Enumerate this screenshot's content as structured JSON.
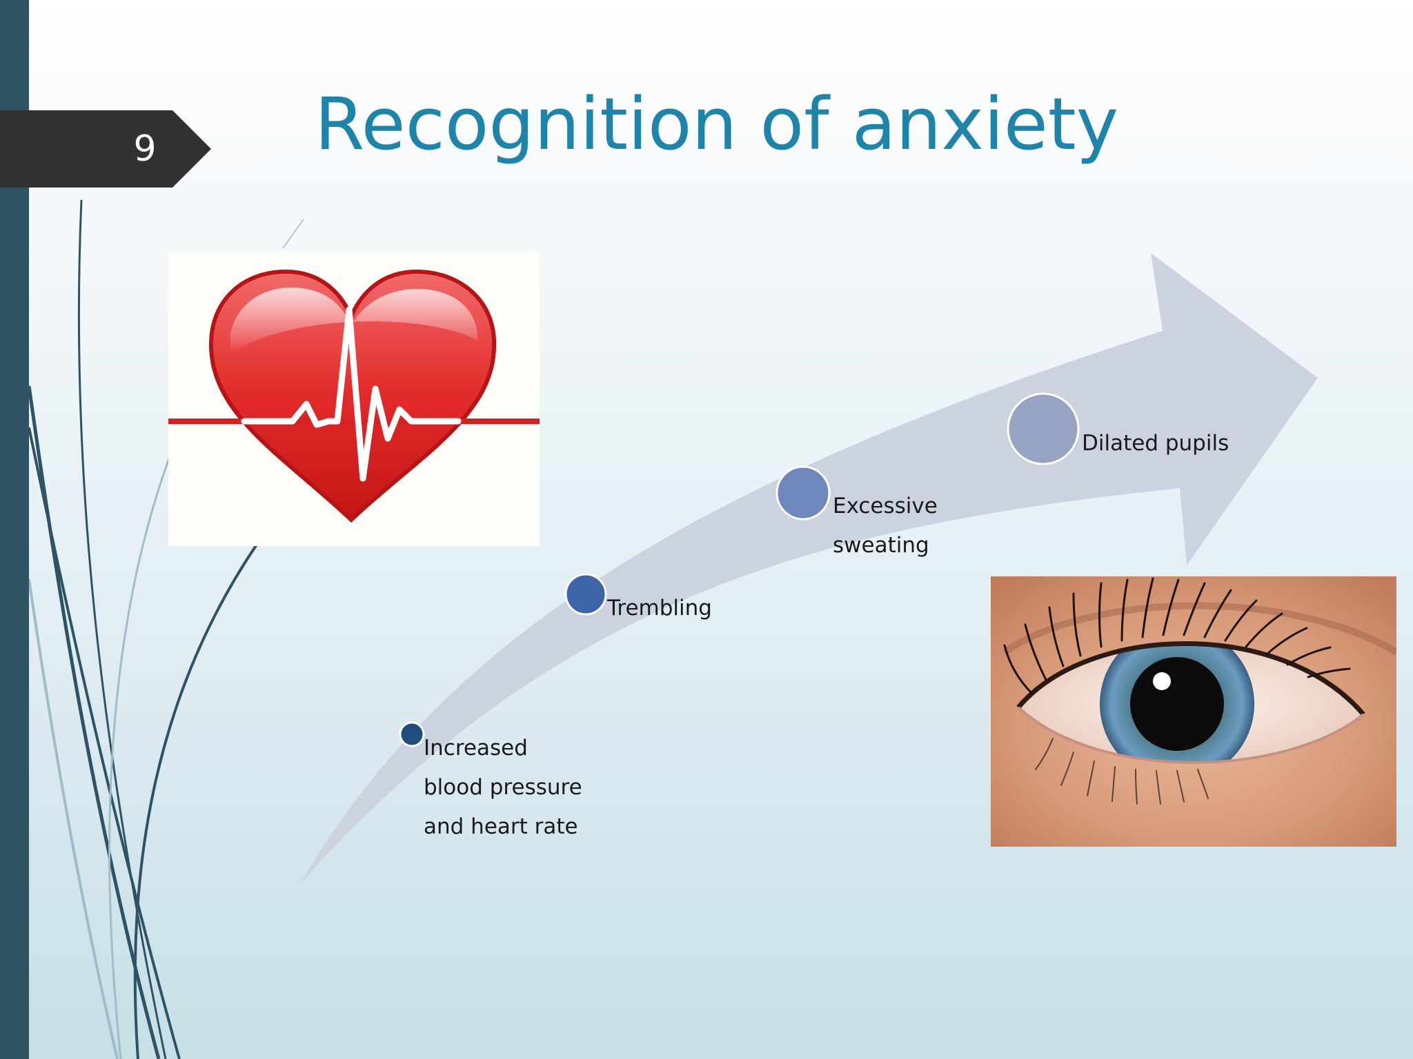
{
  "slide": {
    "number": "9",
    "title": "Recognition of anxiety"
  },
  "steps": [
    {
      "label": "Increased\nblood pressure\nand heart rate",
      "color": "#1f4e7e"
    },
    {
      "label": "Trembling",
      "color": "#3d64a6"
    },
    {
      "label": "Excessive\nsweating",
      "color": "#6f87bb"
    },
    {
      "label": "Dilated pupils",
      "color": "#97a3c2"
    }
  ],
  "images": {
    "heart": "heart-with-ekg-line",
    "eye": "close-up-eye"
  },
  "colors": {
    "title": "#1f84a9",
    "sidebar": "#2e5365",
    "number_tag": "#333132",
    "arrow": "#ccd2df"
  }
}
